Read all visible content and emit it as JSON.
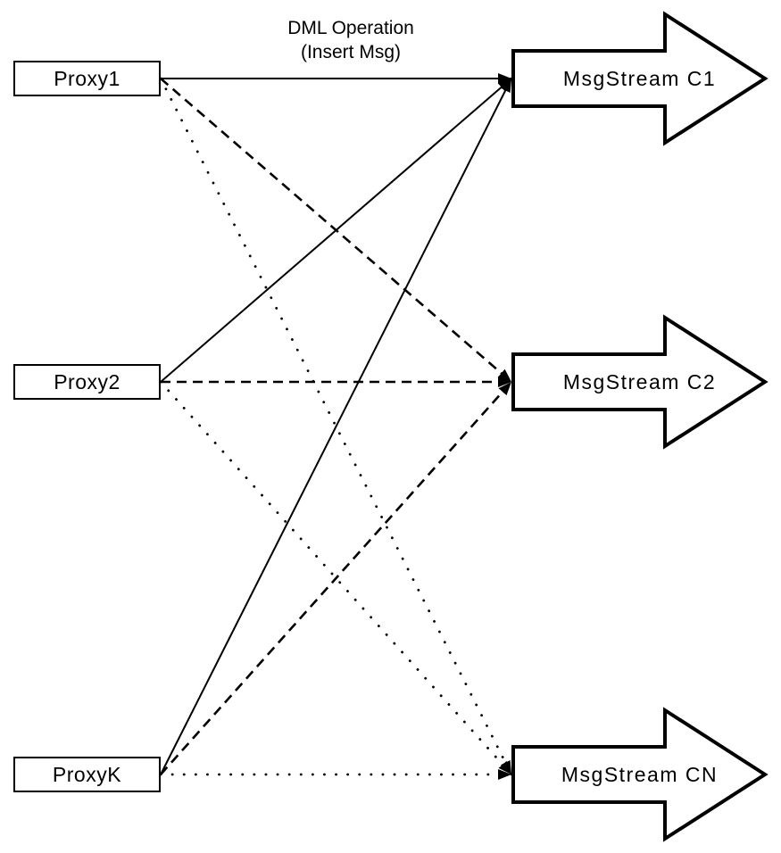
{
  "annotation": {
    "line1": "DML Operation",
    "line2": "(Insert Msg)"
  },
  "proxies": [
    {
      "label": "Proxy1"
    },
    {
      "label": "Proxy2"
    },
    {
      "label": "ProxyK"
    }
  ],
  "streams": [
    {
      "label": "MsgStream C1"
    },
    {
      "label": "MsgStream C2"
    },
    {
      "label": "MsgStream CN"
    }
  ],
  "connections": [
    {
      "from": "Proxy1",
      "to": "MsgStream C1",
      "style": "solid"
    },
    {
      "from": "Proxy1",
      "to": "MsgStream C2",
      "style": "dashed"
    },
    {
      "from": "Proxy1",
      "to": "MsgStream CN",
      "style": "dotted"
    },
    {
      "from": "Proxy2",
      "to": "MsgStream C1",
      "style": "solid"
    },
    {
      "from": "Proxy2",
      "to": "MsgStream C2",
      "style": "dashed"
    },
    {
      "from": "Proxy2",
      "to": "MsgStream CN",
      "style": "dotted"
    },
    {
      "from": "ProxyK",
      "to": "MsgStream C1",
      "style": "solid"
    },
    {
      "from": "ProxyK",
      "to": "MsgStream C2",
      "style": "dashed"
    },
    {
      "from": "ProxyK",
      "to": "MsgStream CN",
      "style": "dotted"
    }
  ],
  "colors": {
    "stroke": "#000000",
    "fill": "#ffffff",
    "background": "#ffffff"
  }
}
